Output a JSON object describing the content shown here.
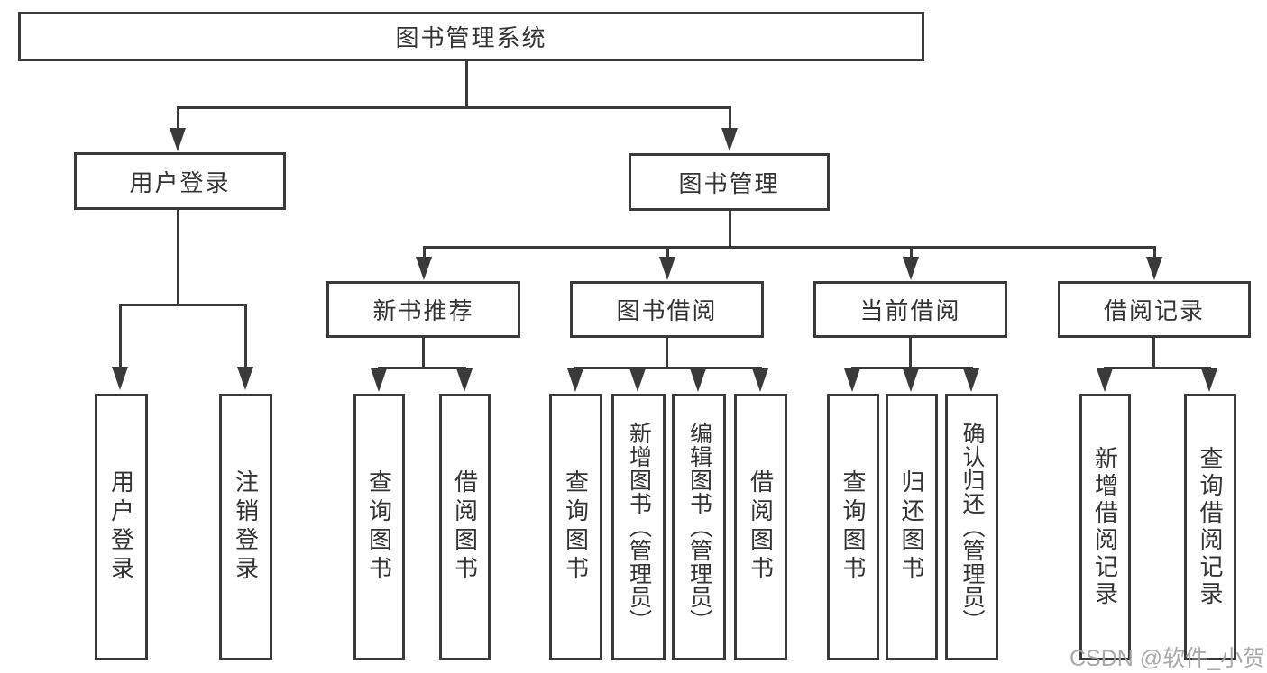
{
  "tree": {
    "root": {
      "label": "图书管理系统"
    },
    "branches": [
      {
        "label": "用户登录",
        "children": [
          "用户登录",
          "注销登录"
        ]
      },
      {
        "label": "图书管理",
        "sections": [
          {
            "label": "新书推荐",
            "children": [
              "查询图书",
              "借阅图书"
            ]
          },
          {
            "label": "图书借阅",
            "children": [
              "查询图书",
              "新增图书（管理员）",
              "编辑图书（管理员）",
              "借阅图书"
            ]
          },
          {
            "label": "当前借阅",
            "children": [
              "查询图书",
              "归还图书",
              "确认归还（管理员）"
            ]
          },
          {
            "label": "借阅记录",
            "children": [
              "新增借阅记录",
              "查询借阅记录"
            ]
          }
        ]
      }
    ]
  },
  "watermark": {
    "text": "CSDN @软件_小贺同学"
  },
  "colors": {
    "line": "#3a3a3a",
    "text": "#333333",
    "watermark": "#a3a3a3",
    "background": "#ffffff"
  }
}
